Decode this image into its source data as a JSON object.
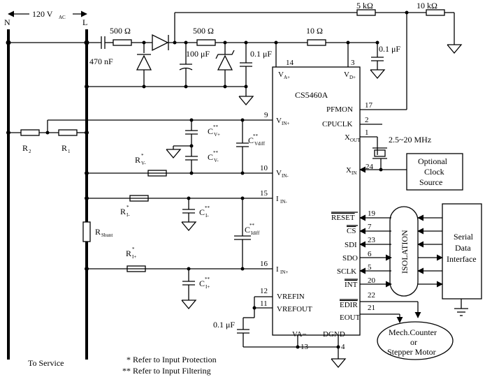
{
  "supply": {
    "label": "120 V",
    "label_sub": "AC",
    "neutral": "N",
    "line": "L",
    "service": "To Service"
  },
  "components": {
    "c470": "470 nF",
    "r500a": "500 Ω",
    "r500b": "500 Ω",
    "c100": "100 μF",
    "r10": "10 Ω",
    "r5k": "5 kΩ",
    "r10k": "10 kΩ",
    "c01a": "0.1 μF",
    "c01b": "0.1 μF",
    "c01c": "0.1 μF",
    "r2": "R",
    "r2_sub": "2",
    "r1": "R",
    "r1_sub": "1",
    "rshunt": "R",
    "rshunt_sub": "Shunt",
    "rv": "R",
    "rv_sub": "V-",
    "ri1": "R",
    "ri1_sub": "I-",
    "ri2": "R",
    "ri2_sub": "I+",
    "cvp": "C",
    "cvp_sub": "V+",
    "cvm": "C",
    "cvm_sub": "V-",
    "cvdiff": "C",
    "cvdiff_sub": "Vdiff",
    "cim": "C",
    "cim_sub": "I-",
    "cip": "C",
    "cip_sub": "I+",
    "cidiff": "C",
    "cidiff_sub": "Idiff",
    "crystal": "2.5~20 MHz"
  },
  "chip": {
    "name": "CS5460A",
    "pins_left": [
      {
        "num": "9",
        "name": "V",
        "sub": "IN+"
      },
      {
        "num": "10",
        "name": "V",
        "sub": "IN-"
      },
      {
        "num": "15",
        "name": "I",
        "sub": "IN-"
      },
      {
        "num": "16",
        "name": "I",
        "sub": "IN+"
      },
      {
        "num": "12",
        "name": "VREFIN"
      },
      {
        "num": "11",
        "name": "VREFOUT"
      }
    ],
    "pins_top": [
      {
        "num": "14",
        "name": "V",
        "sub": "A+"
      },
      {
        "num": "3",
        "name": "V",
        "sub": "D+"
      }
    ],
    "pins_right": [
      {
        "num": "17",
        "name": "PFMON"
      },
      {
        "num": "2",
        "name": "CPUCLK"
      },
      {
        "num": "1",
        "name": "X",
        "sub": "OUT"
      },
      {
        "num": "24",
        "name": "X",
        "sub": "IN"
      },
      {
        "num": "19",
        "name": "RESET"
      },
      {
        "num": "7",
        "name": "CS"
      },
      {
        "num": "23",
        "name": "SDI"
      },
      {
        "num": "6",
        "name": "SDO"
      },
      {
        "num": "5",
        "name": "SCLK"
      },
      {
        "num": "20",
        "name": "INT"
      },
      {
        "num": "22",
        "name": "EDIR"
      },
      {
        "num": "21",
        "name": "EOUT"
      }
    ],
    "pins_bottom": [
      {
        "num": "13",
        "name": "VA−"
      },
      {
        "num": "4",
        "name": "DGND"
      }
    ]
  },
  "blocks": {
    "isolation": "ISOLATION",
    "clock": [
      "Optional",
      "Clock",
      "Source"
    ],
    "serial": [
      "Serial",
      "Data",
      "Interface"
    ],
    "motor": [
      "Mech.Counter",
      "or",
      "Stepper Motor"
    ]
  },
  "notes": {
    "single": "* Refer to Input Protection",
    "double": "** Refer to Input Filtering"
  }
}
